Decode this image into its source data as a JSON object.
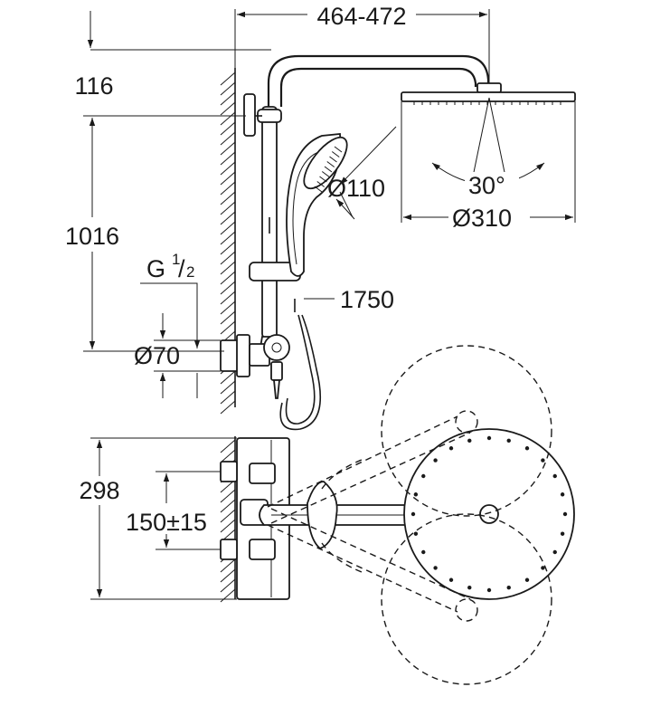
{
  "dimensions": {
    "overall_width": "464-472",
    "top_offset": "116",
    "height": "1016",
    "thread_label": "G",
    "thread_fraction_num": "1",
    "thread_fraction_den": "2",
    "connection_diameter": "Ø70",
    "handshower_diameter": "Ø110",
    "spray_angle": "30°",
    "headshower_diameter": "Ø310",
    "hose_length": "1750",
    "mixer_height": "298",
    "inlet_spacing": "150±15"
  }
}
